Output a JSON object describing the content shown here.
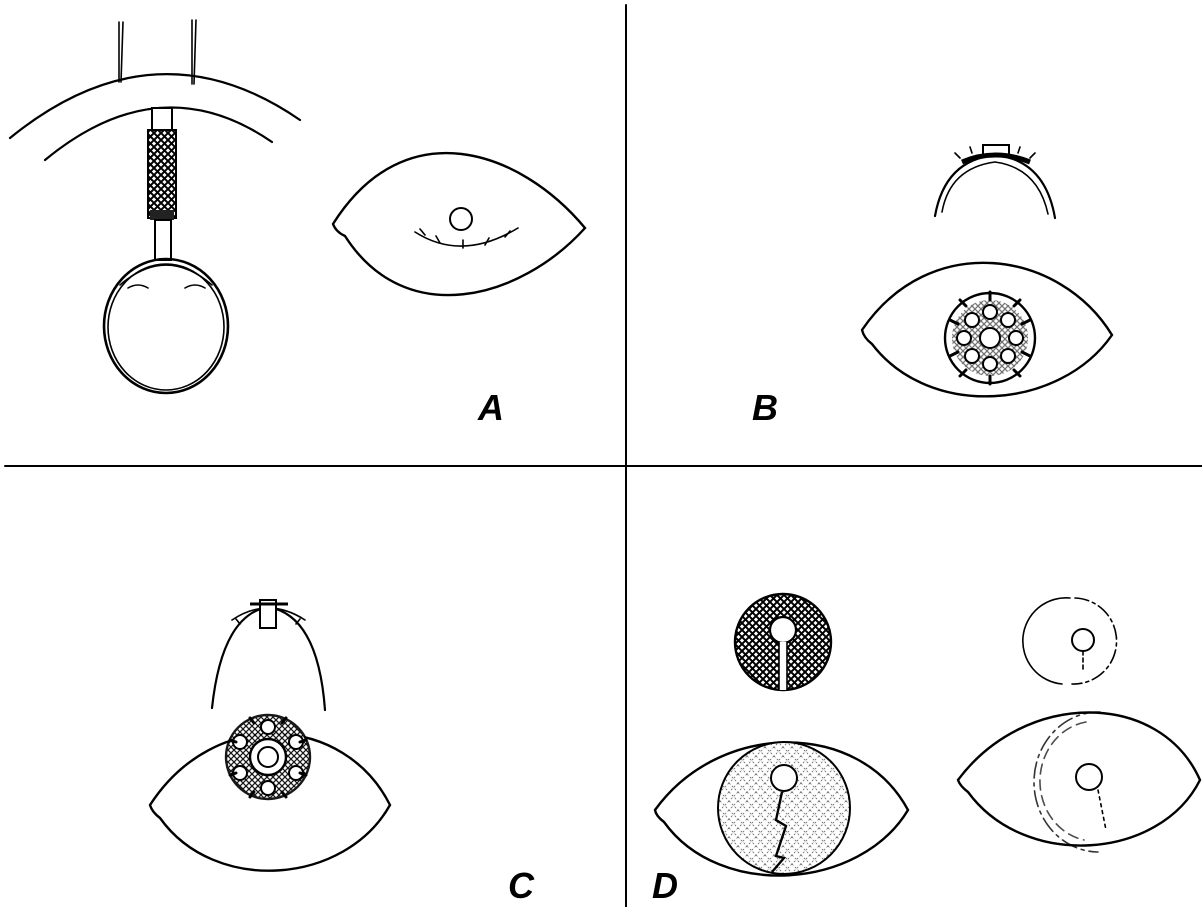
{
  "figure": {
    "panels": [
      {
        "label": "A"
      },
      {
        "label": "B"
      },
      {
        "label": "C"
      },
      {
        "label": "D"
      }
    ]
  },
  "colors": {
    "ink": "#000000",
    "paper": "#ffffff"
  }
}
